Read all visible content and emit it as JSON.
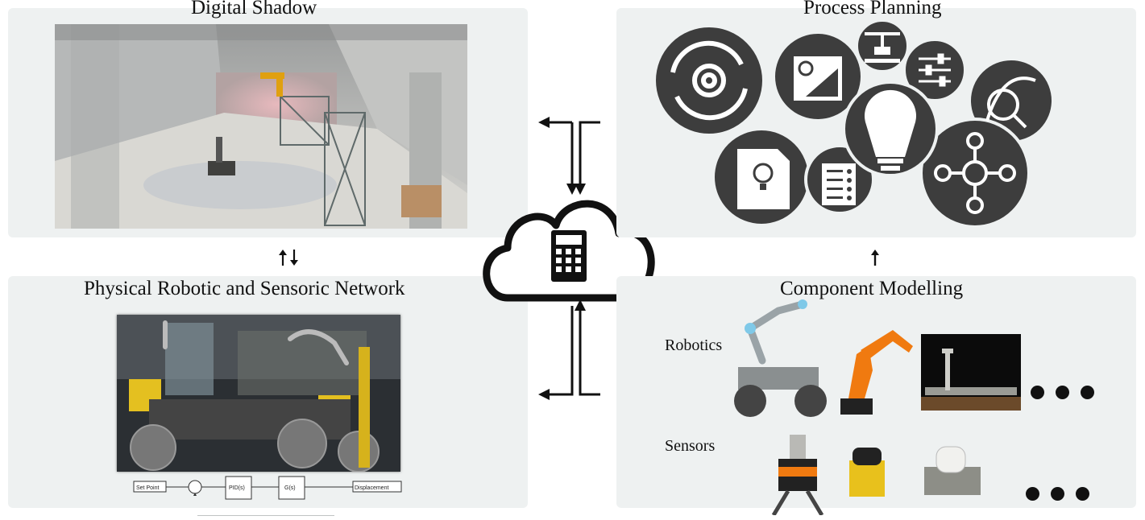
{
  "panels": {
    "digital_shadow": {
      "title": "Digital Shadow"
    },
    "physical_network": {
      "title": "Physical Robotic and Sensoric Network",
      "block_diagram": {
        "input": "Set Point",
        "controller": "PID(s)",
        "plant": "G(s)",
        "output": "Displacement"
      }
    },
    "process_planning": {
      "title": "Process Planning"
    },
    "component_modelling": {
      "title": "Component Modelling",
      "robotics_label": "Robotics",
      "sensors_label": "Sensors"
    }
  },
  "icons": [
    "cloud-icon",
    "calculator-icon",
    "gear-cycle-icon",
    "blueprint-icon",
    "crane-icon",
    "sliders-icon",
    "lightbulb-icon",
    "search-curve-icon",
    "document-idea-icon",
    "checklist-icon",
    "network-icon"
  ],
  "colors": {
    "panel_bg": "#eef1f1",
    "icon_circle": "#3d3d3d",
    "arrow": "#111111"
  }
}
